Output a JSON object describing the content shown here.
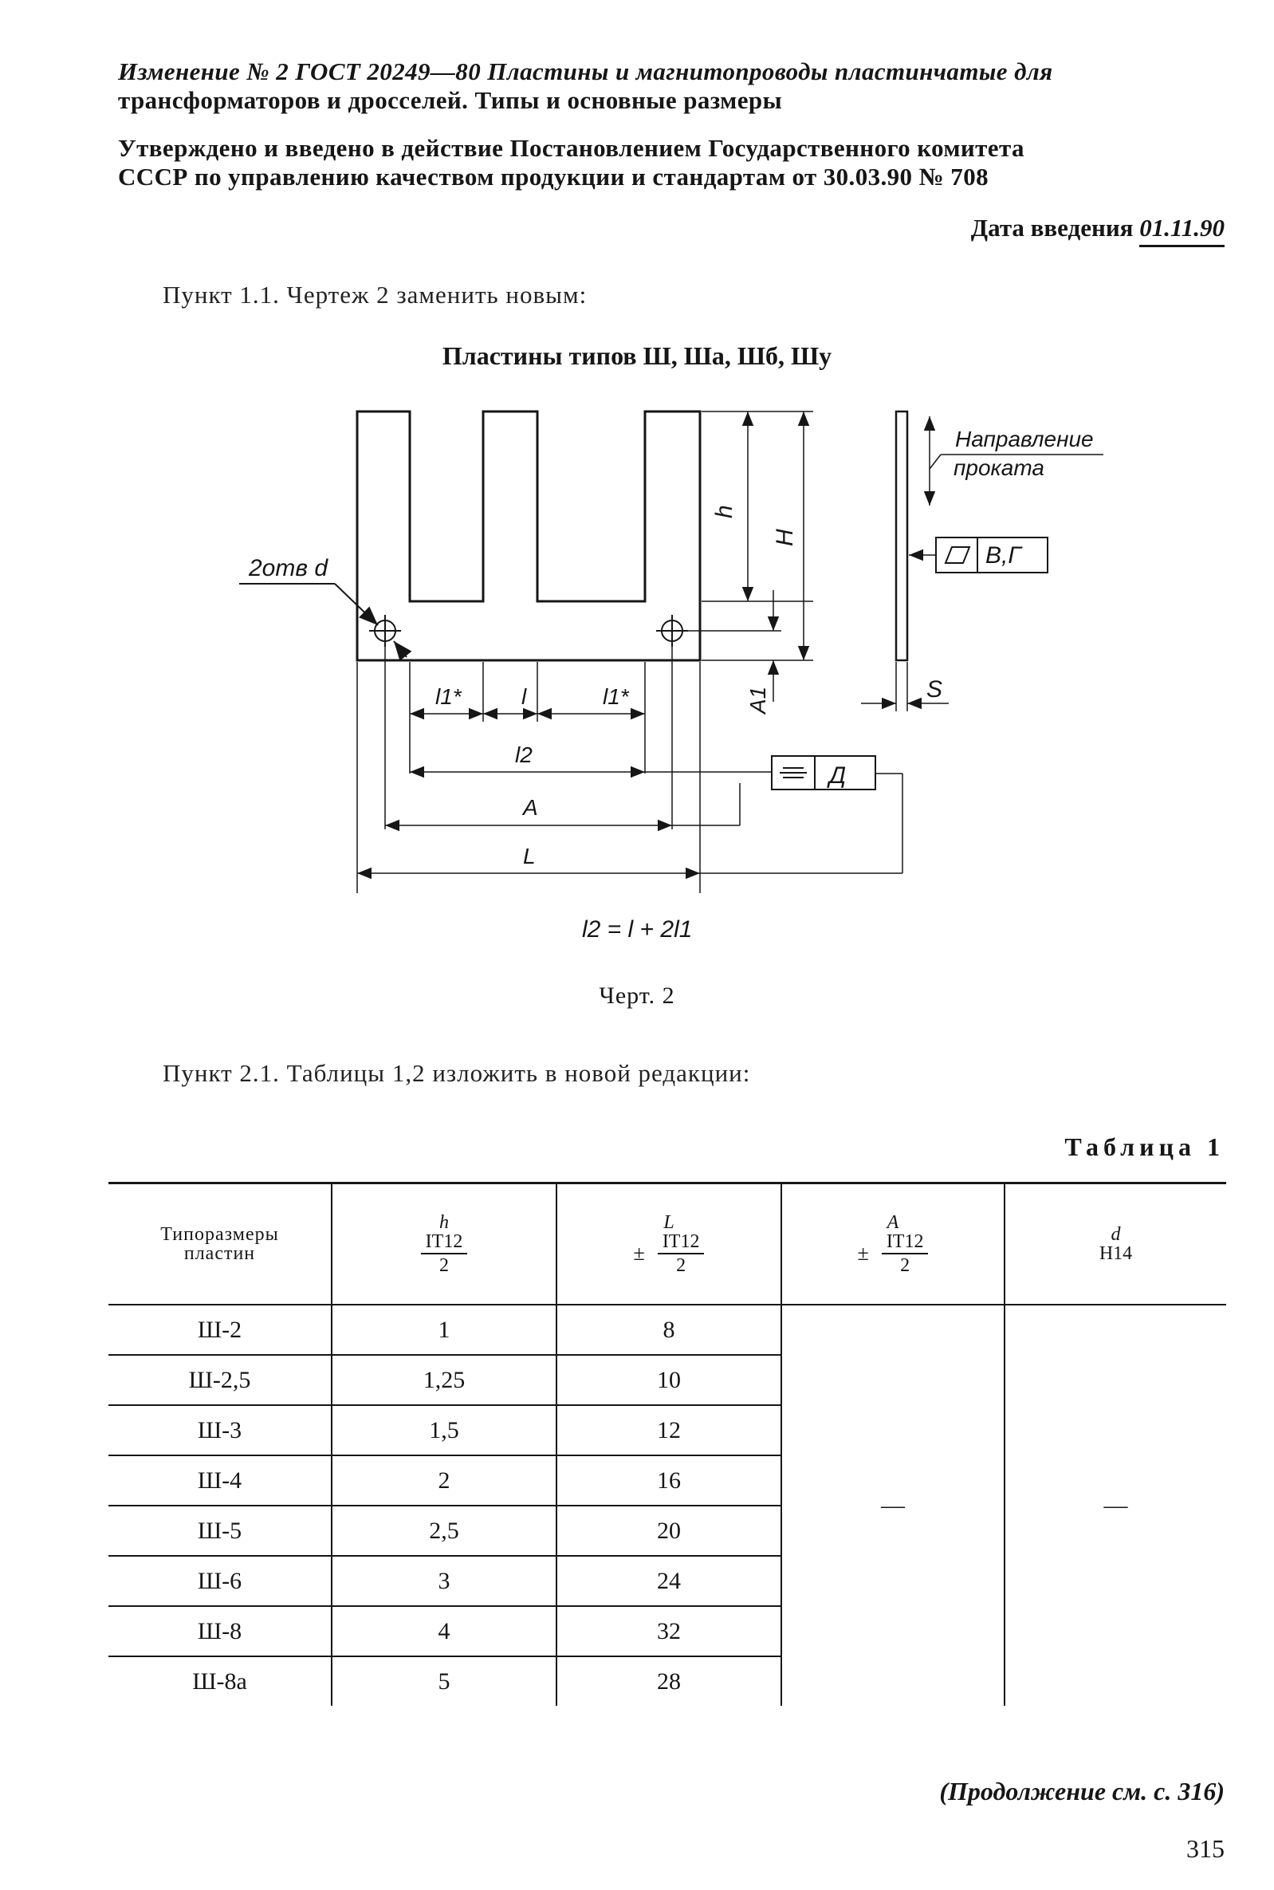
{
  "header": {
    "line1_prefix": "Изменение № 2 ГОСТ 20249—80",
    "line1_title": "Пластины и магнитопроводы пластинчатые для",
    "line2": "трансформаторов и дросселей. Типы и основные размеры",
    "approved_line1": "Утверждено и введено в действие Постановлением Государственного комитета",
    "approved_line2": "СССР по управлению качеством продукции и стандартам от 30.03.90 № 708",
    "date_label": "Дата введения",
    "date_value": "01.11.90"
  },
  "clause_1_1": "Пункт 1.1. Чертеж 2 заменить новым:",
  "drawing": {
    "title": "Пластины типов Ш, Ша, Шб, Шу",
    "direction_label_1": "Направление",
    "direction_label_2": "проката",
    "hole_label": "2отв d",
    "dim_h": "h",
    "dim_H": "H",
    "dim_A1": "A1",
    "dim_l1": "l1*",
    "dim_l": "l",
    "dim_l2": "l2",
    "dim_A": "A",
    "dim_L": "L",
    "dim_S": "S",
    "flatness_box": "В,Г",
    "symmetry_box": "Д",
    "formula": "l2 = l + 2l1",
    "caption": "Черт. 2"
  },
  "clause_2_1": "Пункт 2.1. Таблицы 1,2 изложить в новой редакции:",
  "table1": {
    "title": "Таблица 1",
    "col_type": "Типоразмеры пластин",
    "col_h_sym": "h",
    "col_h_tol": "IT12",
    "col_h_den": "2",
    "col_L_sym": "L",
    "col_L_tol": "IT12",
    "col_L_den": "2",
    "col_A_sym": "A",
    "col_A_tol": "IT12",
    "col_A_den": "2",
    "col_d_sym": "d",
    "col_d_tol": "H14",
    "plus_minus": "±",
    "dash_A": "—",
    "dash_d": "—",
    "rows": [
      {
        "type": "Ш-2",
        "h": "1",
        "L": "8"
      },
      {
        "type": "Ш-2,5",
        "h": "1,25",
        "L": "10"
      },
      {
        "type": "Ш-3",
        "h": "1,5",
        "L": "12"
      },
      {
        "type": "Ш-4",
        "h": "2",
        "L": "16"
      },
      {
        "type": "Ш-5",
        "h": "2,5",
        "L": "20"
      },
      {
        "type": "Ш-6",
        "h": "3",
        "L": "24"
      },
      {
        "type": "Ш-8",
        "h": "4",
        "L": "32"
      },
      {
        "type": "Ш-8а",
        "h": "5",
        "L": "28"
      }
    ]
  },
  "continuation": "(Продолжение см. с. 316)",
  "page_number": "315"
}
